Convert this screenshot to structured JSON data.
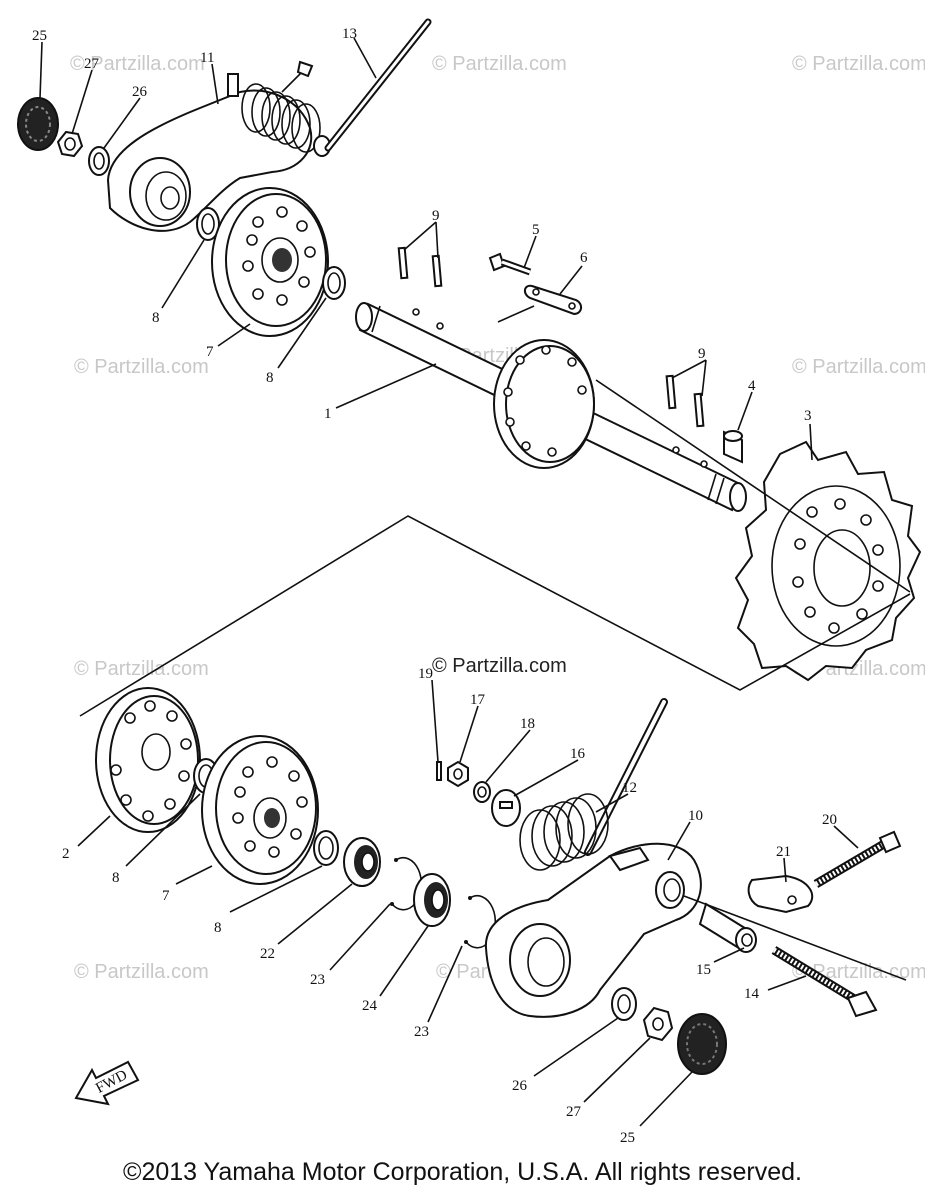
{
  "watermark": "© Partzilla.com",
  "footer": {
    "copyright": "©2013  Yamaha Motor Corporation, U.S.A. All rights reserved."
  },
  "fwd_label": "FWD",
  "callouts": {
    "c25a": "25",
    "c27a": "27",
    "c26a": "26",
    "c11": "11",
    "c13": "13",
    "c9a": "9",
    "c5": "5",
    "c6": "6",
    "c8a": "8",
    "c7a": "7",
    "c8b": "8",
    "c1": "1",
    "c9b": "9",
    "c4": "4",
    "c3": "3",
    "c19": "19",
    "c17": "17",
    "c18": "18",
    "c16": "16",
    "c12": "12",
    "c10": "10",
    "c20": "20",
    "c21": "21",
    "c2": "2",
    "c8c": "8",
    "c7b": "7",
    "c8d": "8",
    "c22": "22",
    "c23a": "23",
    "c24": "24",
    "c23b": "23",
    "c15": "15",
    "c14": "14",
    "c26b": "26",
    "c27b": "27",
    "c25b": "25"
  }
}
